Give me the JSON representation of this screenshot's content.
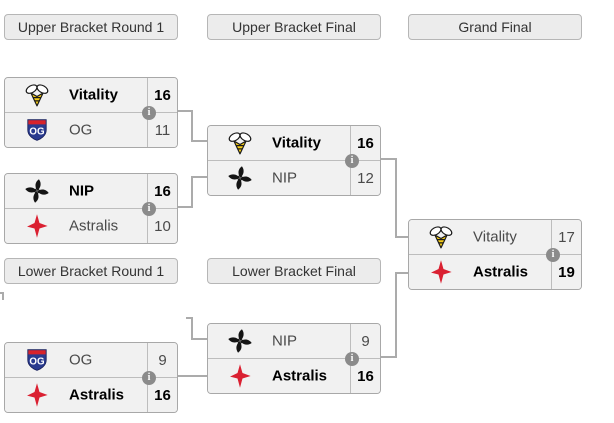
{
  "bracket": {
    "headers": [
      {
        "label": "Upper Bracket Round 1"
      },
      {
        "label": "Upper Bracket Final"
      },
      {
        "label": "Grand Final"
      },
      {
        "label": "Lower Bracket Round 1"
      },
      {
        "label": "Lower Bracket Final"
      }
    ],
    "matches": [
      {
        "round": "Upper Bracket Round 1",
        "teams": [
          {
            "name": "Vitality",
            "logo": "vitality",
            "score": "16",
            "winner": true
          },
          {
            "name": "OG",
            "logo": "og",
            "score": "11",
            "winner": false
          }
        ]
      },
      {
        "round": "Upper Bracket Round 1",
        "teams": [
          {
            "name": "NIP",
            "logo": "nip",
            "score": "16",
            "winner": true
          },
          {
            "name": "Astralis",
            "logo": "astralis",
            "score": "10",
            "winner": false
          }
        ]
      },
      {
        "round": "Upper Bracket Final",
        "teams": [
          {
            "name": "Vitality",
            "logo": "vitality",
            "score": "16",
            "winner": true
          },
          {
            "name": "NIP",
            "logo": "nip",
            "score": "12",
            "winner": false
          }
        ]
      },
      {
        "round": "Grand Final",
        "teams": [
          {
            "name": "Vitality",
            "logo": "vitality",
            "score": "17",
            "winner": false
          },
          {
            "name": "Astralis",
            "logo": "astralis",
            "score": "19",
            "winner": true
          }
        ]
      },
      {
        "round": "Lower Bracket Round 1",
        "teams": [
          {
            "name": "OG",
            "logo": "og",
            "score": "9",
            "winner": false
          },
          {
            "name": "Astralis",
            "logo": "astralis",
            "score": "16",
            "winner": true
          }
        ]
      },
      {
        "round": "Lower Bracket Final",
        "teams": [
          {
            "name": "NIP",
            "logo": "nip",
            "score": "9",
            "winner": false
          },
          {
            "name": "Astralis",
            "logo": "astralis",
            "score": "16",
            "winner": true
          }
        ]
      }
    ],
    "info_glyph": "i",
    "colors": {
      "connector": "#ababab",
      "box_border": "#a8a8a8",
      "row_bg": "#f1f1f1",
      "header_bg": "#ececec",
      "winner_text": "#000000",
      "loser_text": "#4a4a4a",
      "info_badge": "#8b8b8b",
      "vitality_yellow": "#f7ce17",
      "og_blue": "#2a3b8f",
      "og_red": "#d8232a",
      "nip_black": "#141414",
      "astralis_red": "#da2031"
    }
  }
}
